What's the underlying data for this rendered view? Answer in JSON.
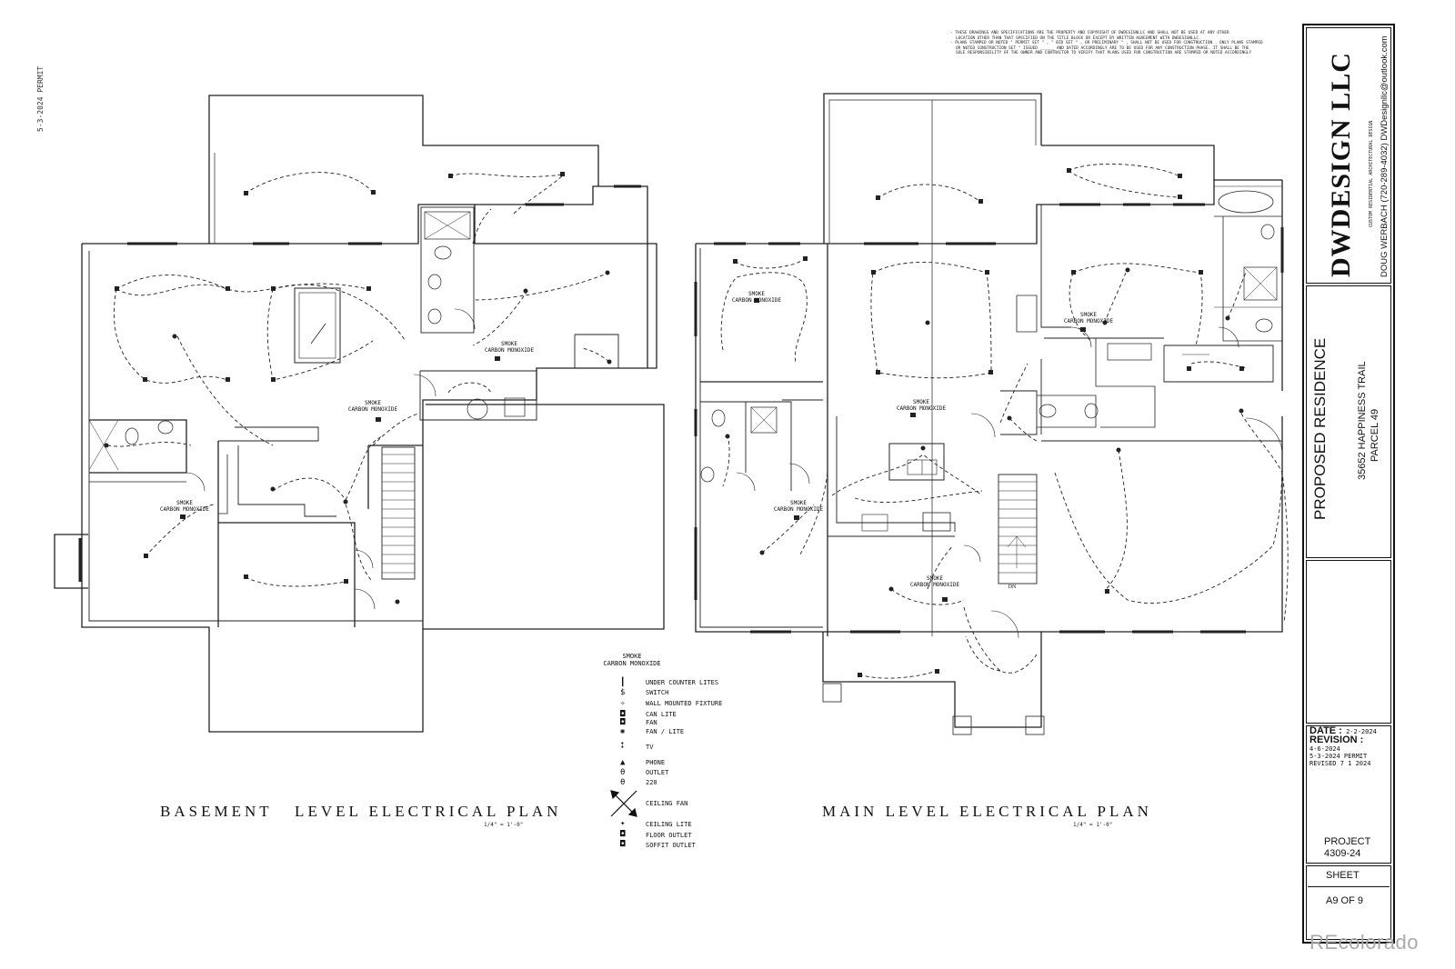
{
  "side_stamp": "5-3-2024 PERMIT",
  "notes": [
    "- THESE DRAWINGS AND SPECIFICATIONS ARE THE PROPERTY AND COPYRIGHT OF DWDESIGNLLC AND SHALL NOT BE USED AT ANY OTHER",
    "LOCATION OTHER THAN THAT SPECIFIED ON THE TITLE BLOCK OR EXCEPT BY WRITTEN AGREEMENT WITH DWDESIGNLLC.",
    "- PLANS STAMPED OR NOTED \" PERMIT SET \" , \" BID SET \" , OR PRELIMINARY \" , SHALL NOT BE USED FOR CONSTRUCTION . ONLY PLANS STAMPED",
    "OR NOTED CONSTRUCTION SET \" ISSUED ______ AND DATED ACCORDINGLY ARE TO BE USED FOR ANY CONSTRUCTION PHASE. IT SHALL BE THE",
    "SOLE RESPONSIBILITY OF THE OWNER AND CONTRACTOR TO VERIFY THAT PLANS USED FOR CONSTRUCTION ARE STAMPED OR NOTED ACCORDINGLY"
  ],
  "basement": {
    "title": "BASEMENT   LEVEL ELECTRICAL PLAN",
    "scale": "1/4\" = 1'-0\"",
    "labels": [
      "SMOKE\nCARBON MONOXIDE",
      "SMOKE\nCARBON MONOXIDE",
      "SMOKE\nCARBON MONOXIDE"
    ]
  },
  "main": {
    "title": "MAIN LEVEL ELECTRICAL PLAN",
    "scale": "1/4\" = 1'-0\"",
    "labels": [
      "SMOKE\nCARBON MONOXIDE",
      "SMOKE\nCARBON MONOXIDE",
      "SMOKE\nCARBON MONOXIDE",
      "SMOKE\nCARBON MONOXIDE",
      "SMOKE\nCARBON MONOXIDE"
    ],
    "stair_label": "DN"
  },
  "legend": {
    "head": "SMOKE\nCARBON MONOXIDE",
    "items": [
      {
        "symbol": "┃",
        "label": "UNDER COUNTER LITES"
      },
      {
        "symbol": "$",
        "label": "SWITCH"
      },
      {
        "symbol": "✧",
        "label": "WALL MOUNTED FIXTURE"
      },
      {
        "symbol": "◘",
        "label": "CAN LITE"
      },
      {
        "symbol": "◘",
        "label": "FAN"
      },
      {
        "symbol": "✺",
        "label": "FAN / LITE"
      },
      {
        "symbol": "⭥",
        "label": "TV"
      },
      {
        "symbol": "▲",
        "label": "PHONE"
      },
      {
        "symbol": "θ",
        "label": "OUTLET"
      },
      {
        "symbol": "θ",
        "label": "220"
      },
      {
        "symbol": "✕",
        "label": "CEILING FAN"
      },
      {
        "symbol": "✦",
        "label": "CEILING LITE"
      },
      {
        "symbol": "◘",
        "label": "FLOOR OUTLET"
      },
      {
        "symbol": "◘",
        "label": "SOFFIT OUTLET"
      }
    ]
  },
  "title_block": {
    "logo": "DWDESIGN LLC",
    "logo_tagline": "CUSTOM RESIDENTIAL ARCHITECTURAL DESIGN",
    "contact": "DOUG WERBACH (720-289-4032) DWDesignllc@outlook.com",
    "project_title": "PROPOSED RESIDENCE",
    "address_line1": "35652 HAPPINESS TRAIL",
    "address_line2": "PARCEL 49",
    "date_label": "DATE :",
    "date_value": "2-2-2024",
    "revision_label": "REVISION :",
    "revisions": [
      "4-6-2024",
      "5-3-2024 PERMIT",
      "REVISED 7 1 2024"
    ],
    "project_label": "PROJECT",
    "project_number": "4309-24",
    "sheet_label": "SHEET",
    "sheet_value": "A9 OF 9"
  },
  "watermark": "REcolorado"
}
